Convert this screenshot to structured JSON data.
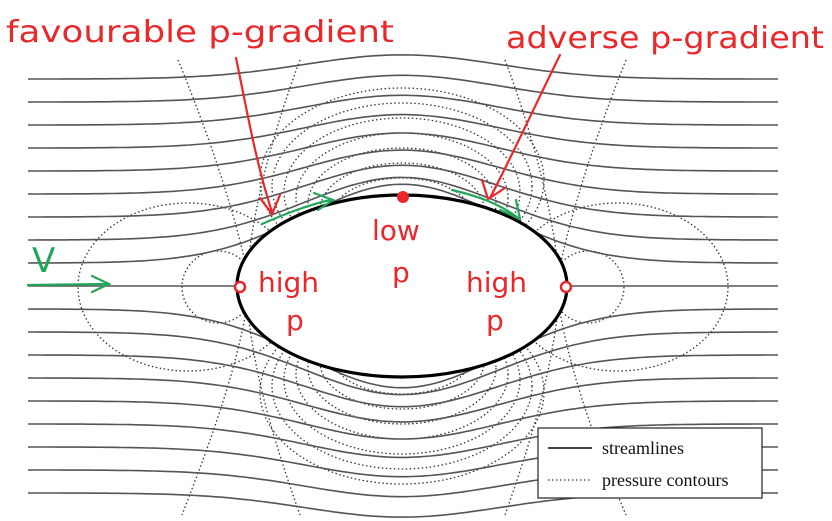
{
  "annotations": {
    "favourable": "favourable p-gradient",
    "adverse": "adverse p-gradient",
    "velocity": "V",
    "low_line1": "low",
    "low_line2": "p",
    "high_left_line1": "high",
    "high_left_line2": "p",
    "high_right_line1": "high",
    "high_right_line2": "p"
  },
  "legend": {
    "streamlines": "streamlines",
    "pressure_contours": "pressure contours"
  },
  "colors": {
    "annotation_red": "#e8282b",
    "annotation_green": "#22a65a",
    "streamline": "#555555",
    "contour": "#333333",
    "body_outline": "#000000"
  }
}
